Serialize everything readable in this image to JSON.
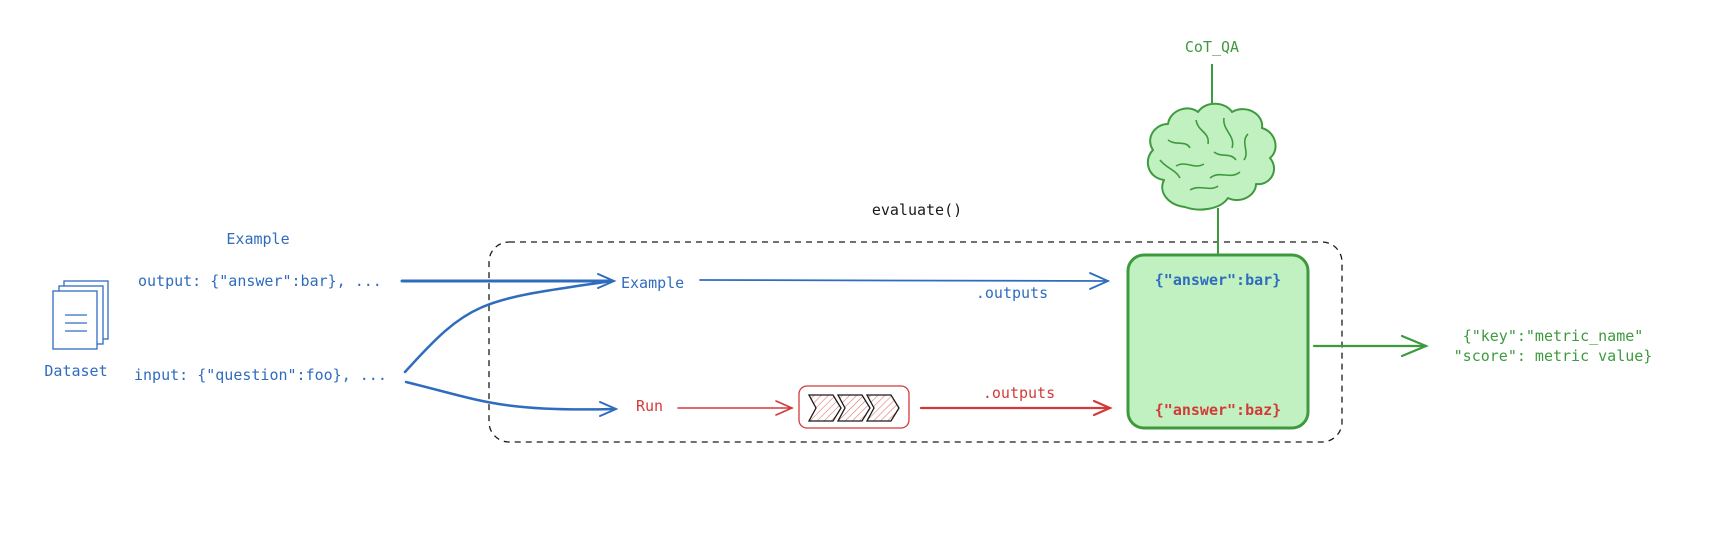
{
  "labels": {
    "dataset": "Dataset",
    "example_header": "Example",
    "output_line": "output: {\"answer\":bar}, ...",
    "input_line": "input: {\"question\":foo}, ...",
    "evaluate": "evaluate()",
    "example_node": "Example",
    "run_node": "Run",
    "outputs_top": ".outputs",
    "outputs_bottom": ".outputs",
    "answer_bar": "{\"answer\":bar}",
    "answer_baz": "{\"answer\":baz}",
    "evaluator": "CoT_QA",
    "result_line1": "{\"key\":\"metric_name\"",
    "result_line2": "\"score\": metric value}"
  },
  "icons": {
    "dataset": "documents-stack-icon",
    "pipeline": "chevron-pipeline-icon",
    "evaluator": "brain-icon"
  },
  "colors": {
    "example": "#2f6cbf",
    "run": "#d23a3a",
    "evaluator": "#3e9a3e",
    "evaluator_fill": "#c1f0c1",
    "frame": "#1a1a1a"
  }
}
